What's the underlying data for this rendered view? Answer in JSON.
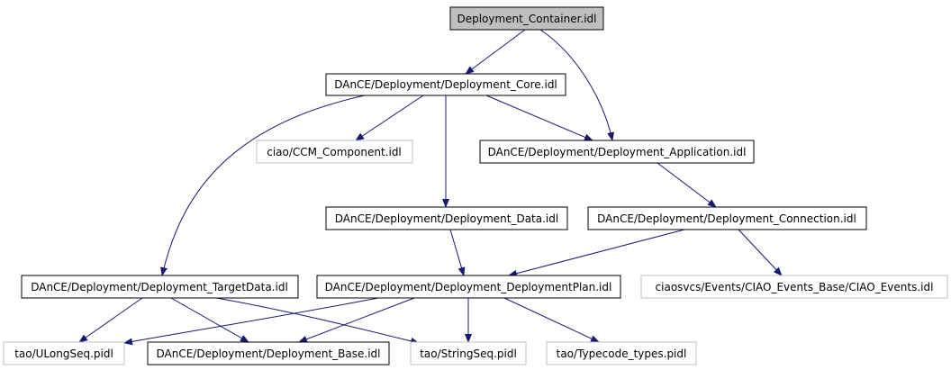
{
  "colors": {
    "edge": "#191970",
    "root_fill": "#bfbfbf",
    "node_border": "#000000",
    "muted_border": "#bfbfbf",
    "background": "#ffffff"
  },
  "nodes": {
    "root": {
      "label": "Deployment_Container.idl"
    },
    "core": {
      "label": "DAnCE/Deployment/Deployment_Core.idl"
    },
    "ccm": {
      "label": "ciao/CCM_Component.idl"
    },
    "application": {
      "label": "DAnCE/Deployment/Deployment_Application.idl"
    },
    "data": {
      "label": "DAnCE/Deployment/Deployment_Data.idl"
    },
    "connection": {
      "label": "DAnCE/Deployment/Deployment_Connection.idl"
    },
    "targetdata": {
      "label": "DAnCE/Deployment/Deployment_TargetData.idl"
    },
    "plan": {
      "label": "DAnCE/Deployment/Deployment_DeploymentPlan.idl"
    },
    "events": {
      "label": "ciaosvcs/Events/CIAO_Events_Base/CIAO_Events.idl"
    },
    "ulong": {
      "label": "tao/ULongSeq.pidl"
    },
    "base": {
      "label": "DAnCE/Deployment/Deployment_Base.idl"
    },
    "stringseq": {
      "label": "tao/StringSeq.pidl"
    },
    "typecode": {
      "label": "tao/Typecode_types.pidl"
    }
  }
}
